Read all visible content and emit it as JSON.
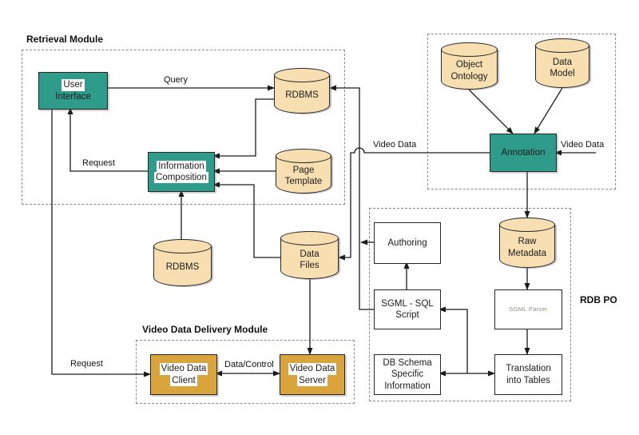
{
  "colors": {
    "teal_box": "#2F9C8B",
    "gold_box": "#D9A43C",
    "cylinder_fill": "#F8DFB2",
    "line": "#1a1a1a",
    "dashed_border": "#8a8a8a"
  },
  "modules": {
    "retrieval": {
      "title": "Retrieval Module"
    },
    "delivery": {
      "title": "Video Data Delivery Module"
    },
    "rdb_po": {
      "title": "RDB PO"
    }
  },
  "nodes": {
    "user_interface": {
      "line1": "User",
      "line2": "Interface"
    },
    "information_composition": {
      "line1": "Information",
      "line2": "Composition"
    },
    "annotation": {
      "line1": "Annotation"
    },
    "video_data_client": {
      "line1": "Video Data",
      "line2": "Client"
    },
    "video_data_server": {
      "line1": "Video Data",
      "line2": "Server"
    },
    "authoring": {
      "line1": "Authoring"
    },
    "sgml_sql_script": {
      "line1": "SGML - SQL",
      "line2": "Script"
    },
    "sgml_parser": {
      "line1": "SGML Parser"
    },
    "db_schema": {
      "line1": "DB Schema",
      "line2": "Specific",
      "line3": "Information"
    },
    "translation": {
      "line1": "Translation",
      "line2": "into Tables"
    },
    "rdbms_query": {
      "line1": "RDBMS"
    },
    "page_template": {
      "line1": "Page",
      "line2": "Template"
    },
    "rdbms_standalone": {
      "line1": "RDBMS"
    },
    "data_files": {
      "line1": "Data",
      "line2": "Files"
    },
    "object_ontology": {
      "line1": "Object",
      "line2": "Ontology"
    },
    "data_model": {
      "line1": "Data",
      "line2": "Model"
    },
    "raw_metadata": {
      "line1": "Raw",
      "line2": "Metadata"
    }
  },
  "edge_labels": {
    "query": "Query",
    "request_top": "Request",
    "request_bottom": "Request",
    "video_data_left": "Video Data",
    "video_data_right": "Video Data",
    "data_control": "Data/Control"
  }
}
